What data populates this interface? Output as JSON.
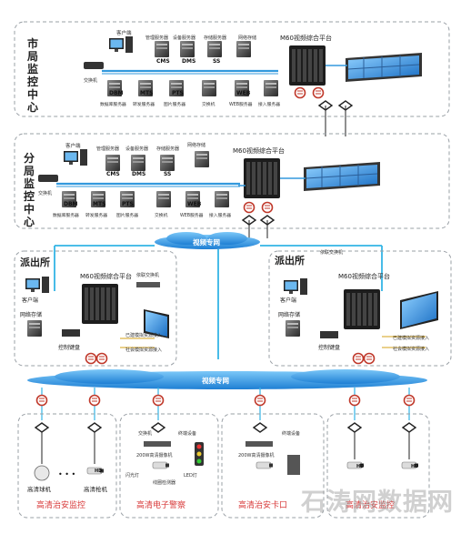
{
  "titles": {
    "city": "市局监控中心",
    "branch": "分局监控中心",
    "station_left": "派出所",
    "station_right": "派出所"
  },
  "platform": {
    "city": "M60视频综合平台",
    "branch": "M60视频综合平台",
    "station_left": "M60视频综合平台",
    "station_right": "M60视频综合平台"
  },
  "clouds": {
    "private_net_1": "视频专网",
    "private_net_2": "视频专网"
  },
  "city_servers": {
    "client": "客户端",
    "manage": "管理服务器",
    "device": "设备服务器",
    "storage": "存储服务器",
    "netstore": "网络存储",
    "cms": "CMS",
    "dms": "DMS",
    "ss": "SS",
    "switch": "交换机",
    "dbm": "DBM",
    "mts": "MTS",
    "pts": "PTS",
    "web": "WEB",
    "db_server": "数据库服务器",
    "fwd_server": "转发服务器",
    "pic_server": "图片服务器",
    "switch2": "交换机",
    "web_server": "WEB服务器",
    "access_server": "接入服务器"
  },
  "branch_servers": {
    "client": "客户端",
    "manage": "管理服务器",
    "device": "设备服务器",
    "storage": "存储服务器",
    "netstore": "网络存储",
    "cms": "CMS",
    "dms": "DMS",
    "ss": "SS",
    "switch": "交换机",
    "dbm": "DBM",
    "mts": "MTS",
    "pts": "PTS",
    "web": "WEB",
    "db_server": "数据库服务器",
    "fwd_server": "转发服务器",
    "pic_server": "图片服务器",
    "switch2": "交换机",
    "web_server": "WEB服务器",
    "access_server": "接入服务器"
  },
  "station_left": {
    "client": "客户端",
    "netstore": "网络存储",
    "keyboard": "控制键盘",
    "switch": "依联交换机",
    "analog_in": "已建模拟资源接入",
    "social_in": "社会模拟资源接入"
  },
  "station_right": {
    "switch": "依联交换机",
    "client": "客户端",
    "netstore": "网络存储",
    "keyboard": "控制键盘",
    "analog_in": "已建模拟资源接入",
    "social_in": "社会模拟资源接入"
  },
  "edge": {
    "hd_dome": "高清球机",
    "hd_gun": "高清枪机",
    "dots": "• • •",
    "hd_tag": "HD",
    "switch": "交换机",
    "terminal": "终端设备",
    "cam_200w": "200W高清摄像机",
    "flash": "闪光灯",
    "coil": "线圈检测器",
    "led": "LED灯",
    "terminal2": "终端设备",
    "cam_200w_2": "200W高清摄像机",
    "sec_1": "高清治安监控",
    "sec_2": "高清电子警察",
    "sec_3": "高清治安卡口",
    "sec_4": "高清治安监控"
  },
  "watermark": "石涛网数据网",
  "colors": {
    "line_blue": "#3399dd",
    "line_cyan": "#33b5e5",
    "cloud": "#3aa0e8",
    "title_red": "#d83a3a",
    "firewall": "#c0392b"
  }
}
